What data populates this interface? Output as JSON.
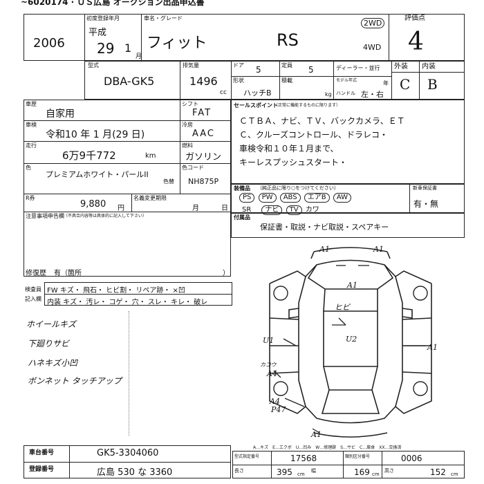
{
  "header": {
    "top_text": "~6020174 · ＵＳ広島 オークション出品申込書",
    "first_reg_label": "初度登録年月",
    "era": "平成",
    "year": "29",
    "month": "1",
    "month_unit": "月",
    "model_year": "2006",
    "name_grade_label": "車名・グレード",
    "car_name": "フィット",
    "grade": "RS",
    "drive_2wd": "2WD",
    "drive_4wd": "4WD",
    "score_label": "評価点",
    "score": "4",
    "exterior_label": "外装",
    "interior_label": "内装",
    "exterior_grade": "C",
    "interior_grade": "B"
  },
  "spec": {
    "model_label": "型式",
    "model": "DBA-GK5",
    "disp_label": "排気量",
    "disp": "1496",
    "disp_unit": "cc",
    "door_label": "ドア",
    "doors": "5",
    "seat_label": "定員",
    "seats": "5",
    "dealer_label": "ディーラー・並行",
    "shape_label": "形状",
    "shape": "ハッチB",
    "weight_label": "積載",
    "weight_unit": "kg",
    "model_year_label": "モデル年式",
    "year_unit": "年",
    "handle_label": "ハンドル",
    "handle": "左・右"
  },
  "left": {
    "usage_label": "車歴",
    "usage": "自家用",
    "shift_label": "シフト",
    "shift": "FAT",
    "inspection_label": "車検",
    "inspection": "令和10 年 1 月(29 日)",
    "ac_label": "冷房",
    "ac": "AAC",
    "mileage_label": "走行",
    "mileage": "6万9千772",
    "mileage_unit": "km",
    "fuel_label": "燃料",
    "fuel": "ガソリン",
    "color_label": "色",
    "color": "プレミアムホワイト・パールII",
    "color_sub_label": "色替",
    "color_code_label": "色コード",
    "color_code": "NH875P",
    "recycle_label": "R券",
    "recycle": "9,880",
    "recycle_unit": "円",
    "name_change_label": "名義変更期限",
    "name_change_month": "月",
    "name_change_day": "日",
    "notes_label": "注意事項申告欄",
    "notes_sub": "（不具合内容等は具体的に記入して下さい）",
    "repair_label": "修復歴",
    "repair": "有（箇所",
    "repair_close": "）"
  },
  "sales": {
    "label": "セールスポイント",
    "sub": "（正常に機能するものに限ります）",
    "lines": [
      "ＣＴＢＡ、ナビ、ＴＶ、バックカメラ、ＥＴ",
      "Ｃ、クルーズコントロール、ドラレコ・",
      "車検令和１０年１月まで、",
      "キーレスプッシュスタート・"
    ]
  },
  "equipment": {
    "label": "装備品",
    "sub": "（純正品に限り○をつけてください）",
    "items_row1": [
      "PS",
      "PW",
      "ABS",
      "エアB",
      "AW"
    ],
    "items_row2": [
      "SR",
      "ナビ",
      "TV",
      "カワ"
    ],
    "new_car_label": "新車保証書",
    "new_car": "有・無"
  },
  "accessories": {
    "label": "付属品",
    "text": "保証書・取説・ナビ取説・スペアキー"
  },
  "inspector": {
    "label1": "検査員",
    "label2": "記入欄",
    "row1": "FW  キズ・ 飛石・ ヒビ割・ リペア跡・ ×凹",
    "row2": "内装 キズ・ 汚レ・ コゲ・ 穴・ スレ・ キレ・ 破レ"
  },
  "handwritten_notes": [
    "ホイールキズ",
    "下廻りサビ",
    "ハネキズ小凹",
    "ボンネット タッチアップ"
  ],
  "diagram_marks": [
    "A1",
    "A1",
    "A1",
    "ヒビ",
    "U1",
    "U2",
    "A1",
    "カコウ",
    "A4",
    "A4",
    "P47",
    "A1"
  ],
  "legend": "A…キズ　E…エクボ　U…凹み　W…修理跡　S…サビ　C…腐食　XX…交換済",
  "bottom": {
    "chassis_label": "車台番号",
    "chassis": "GK5-3304060",
    "plate_label": "登録番号",
    "plate": "広島 530 な 3360",
    "cert_label": "型式指定番号",
    "cert": "17568",
    "class_label": "類別区分番号",
    "class": "0006",
    "length_label": "長さ",
    "length": "395",
    "width_label": "幅",
    "width": "169",
    "height_label": "高さ",
    "height": "152",
    "cm": "cm"
  }
}
